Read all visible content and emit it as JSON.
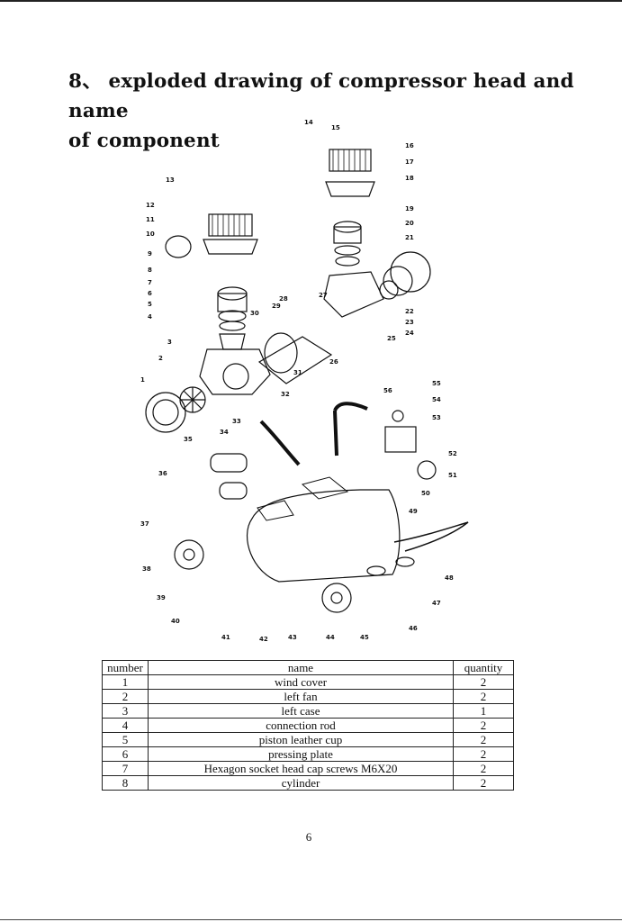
{
  "section": {
    "heading_line1": "8、 exploded drawing of compressor head and name",
    "heading_line2": "of component"
  },
  "callouts": [
    "1",
    "2",
    "3",
    "4",
    "5",
    "6",
    "7",
    "8",
    "9",
    "10",
    "11",
    "12",
    "13",
    "14",
    "15",
    "16",
    "17",
    "18",
    "19",
    "20",
    "21",
    "22",
    "23",
    "24",
    "25",
    "26",
    "27",
    "28",
    "29",
    "30",
    "31",
    "32",
    "33",
    "34",
    "35",
    "36",
    "37",
    "38",
    "39",
    "40",
    "41",
    "42",
    "43",
    "44",
    "45",
    "46",
    "47",
    "48",
    "49",
    "50",
    "51",
    "52",
    "53",
    "54",
    "55",
    "56"
  ],
  "table": {
    "headers": {
      "number": "number",
      "name": "name",
      "quantity": "quantity"
    },
    "rows": [
      {
        "number": "1",
        "name": "wind cover",
        "quantity": "2"
      },
      {
        "number": "2",
        "name": "left fan",
        "quantity": "2"
      },
      {
        "number": "3",
        "name": "left case",
        "quantity": "1"
      },
      {
        "number": "4",
        "name": "connection rod",
        "quantity": "2"
      },
      {
        "number": "5",
        "name": "piston leather cup",
        "quantity": "2"
      },
      {
        "number": "6",
        "name": "pressing plate",
        "quantity": "2"
      },
      {
        "number": "7",
        "name": "Hexagon socket head cap screws M6X20",
        "quantity": "2"
      },
      {
        "number": "8",
        "name": "cylinder",
        "quantity": "2"
      }
    ]
  },
  "page": {
    "number": "6"
  }
}
